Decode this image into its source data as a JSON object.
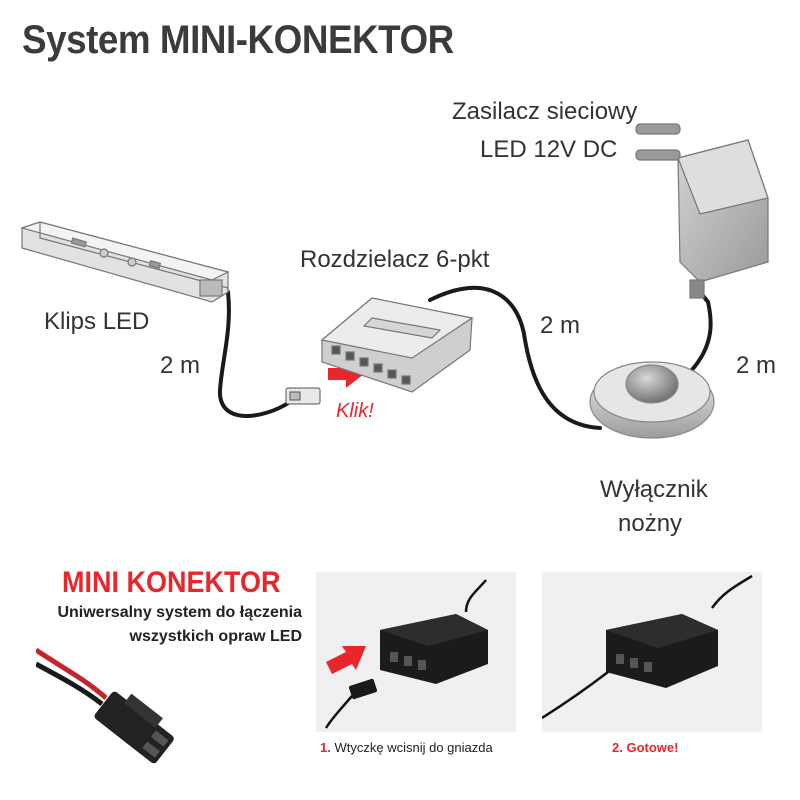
{
  "title": "System MINI-KONEKTOR",
  "labels": {
    "power_line1": "Zasilacz sieciowy",
    "power_line2": "LED 12V DC",
    "splitter": "Rozdzielacz 6-pkt",
    "clip": "Klips LED",
    "len_left": "2 m",
    "len_mid": "2 m",
    "len_right": "2 m",
    "click": "Klik!",
    "switch_line1": "Wyłącznik",
    "switch_line2": "nożny"
  },
  "mini": {
    "title": "MINI KONEKTOR",
    "subtitle_line1": "Uniwersalny system do łączenia",
    "subtitle_line2": "wszystkich opraw LED"
  },
  "steps": [
    {
      "num": "1.",
      "text": "Wtyczkę wcisnij do gniazda"
    },
    {
      "num": "2.",
      "text": "Gotowe!"
    }
  ],
  "colors": {
    "accent": "#e8262b",
    "cable": "#1a1a1a",
    "device": "#bfbfbf"
  }
}
